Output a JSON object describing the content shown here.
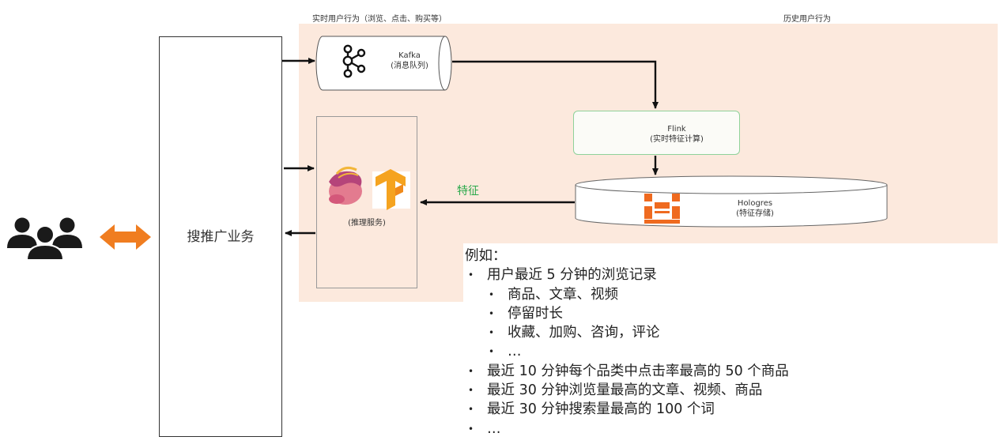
{
  "labels": {
    "realtime_behavior": "实时用户行为（浏览、点击、购买等）",
    "history_behavior": "历史用户行为",
    "kafka_name": "Kafka",
    "kafka_desc": "(消息队列)",
    "flink_name": "Flink",
    "flink_desc": "(实时特征计算)",
    "hologres_name": "Hologres",
    "hologres_desc": "(特征存储)",
    "inference_desc": "(推理服务)",
    "feature_arrow": "特征",
    "business": "搜推广业务"
  },
  "examples": {
    "heading": "例如：",
    "items": [
      {
        "level": 1,
        "text": "用户最近 5 分钟的浏览记录"
      },
      {
        "level": 2,
        "text": "商品、文章、视频"
      },
      {
        "level": 2,
        "text": "停留时长"
      },
      {
        "level": 2,
        "text": "收藏、加购、咨询，评论"
      },
      {
        "level": 2,
        "text": "…"
      },
      {
        "level": 1,
        "text": "最近 10 分钟每个品类中点击率最高的 50 个商品"
      },
      {
        "level": 1,
        "text": "最近 30 分钟浏览量最高的文章、视频、商品"
      },
      {
        "level": 1,
        "text": "最近 30 分钟搜索量最高的 100 个词"
      },
      {
        "level": 1,
        "text": "…"
      }
    ]
  },
  "colors": {
    "region_bg": "#fce9dd",
    "users_icon": "#1a1a1a",
    "double_arrow": "#f07d20",
    "hologres_logo": "#ef6a1f",
    "tensorflow_logo": "#f5a31f",
    "feature_label": "#2aa94b",
    "flink_box_border": "#8fd29a"
  },
  "icons": [
    "users-icon",
    "double-arrow-icon",
    "kafka-icon",
    "flink-icon",
    "hologres-icon",
    "tensorflow-icon"
  ]
}
